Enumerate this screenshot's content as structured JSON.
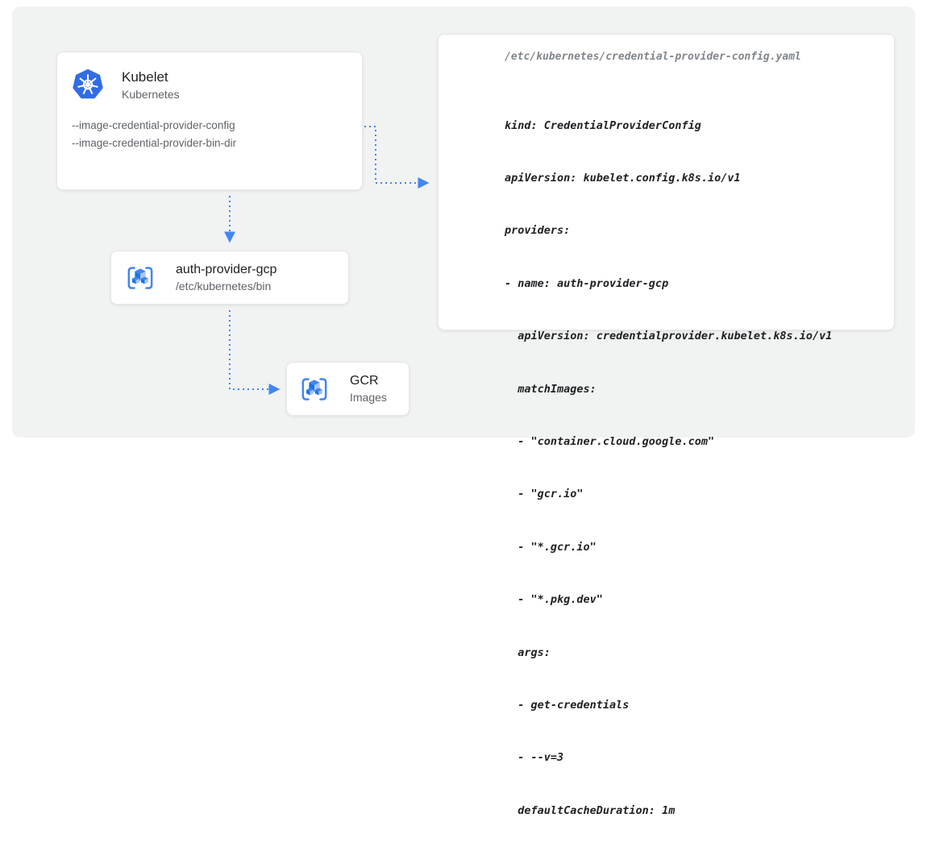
{
  "nodes": {
    "kubelet": {
      "title": "Kubelet",
      "subtitle": "Kubernetes",
      "flags": [
        "--image-credential-provider-config",
        "--image-credential-provider-bin-dir"
      ],
      "icon": "kubernetes-helm-icon"
    },
    "auth_provider": {
      "title": "auth-provider-gcp",
      "subtitle": "/etc/kubernetes/bin",
      "icon": "container-registry-icon"
    },
    "gcr": {
      "title": "GCR",
      "subtitle": "Images",
      "icon": "container-registry-icon"
    }
  },
  "code_panel": {
    "path": "/etc/kubernetes/credential-provider-config.yaml",
    "lines": [
      "kind: CredentialProviderConfig",
      "apiVersion: kubelet.config.k8s.io/v1",
      "providers:",
      "- name: auth-provider-gcp",
      "  apiVersion: credentialprovider.kubelet.k8s.io/v1",
      "  matchImages:",
      "  - \"container.cloud.google.com\"",
      "  - \"gcr.io\"",
      "  - \"*.gcr.io\"",
      "  - \"*.pkg.dev\"",
      "  args:",
      "  - get-credentials",
      "  - --v=3",
      "  defaultCacheDuration: 1m"
    ]
  },
  "colors": {
    "arrow_blue": "#4285f4",
    "kubernetes_blue": "#326ce5",
    "panel_gray": "#f1f2f2",
    "title_text": "#202124",
    "secondary_text": "#5f6368",
    "code_path_gray": "#80868b"
  }
}
